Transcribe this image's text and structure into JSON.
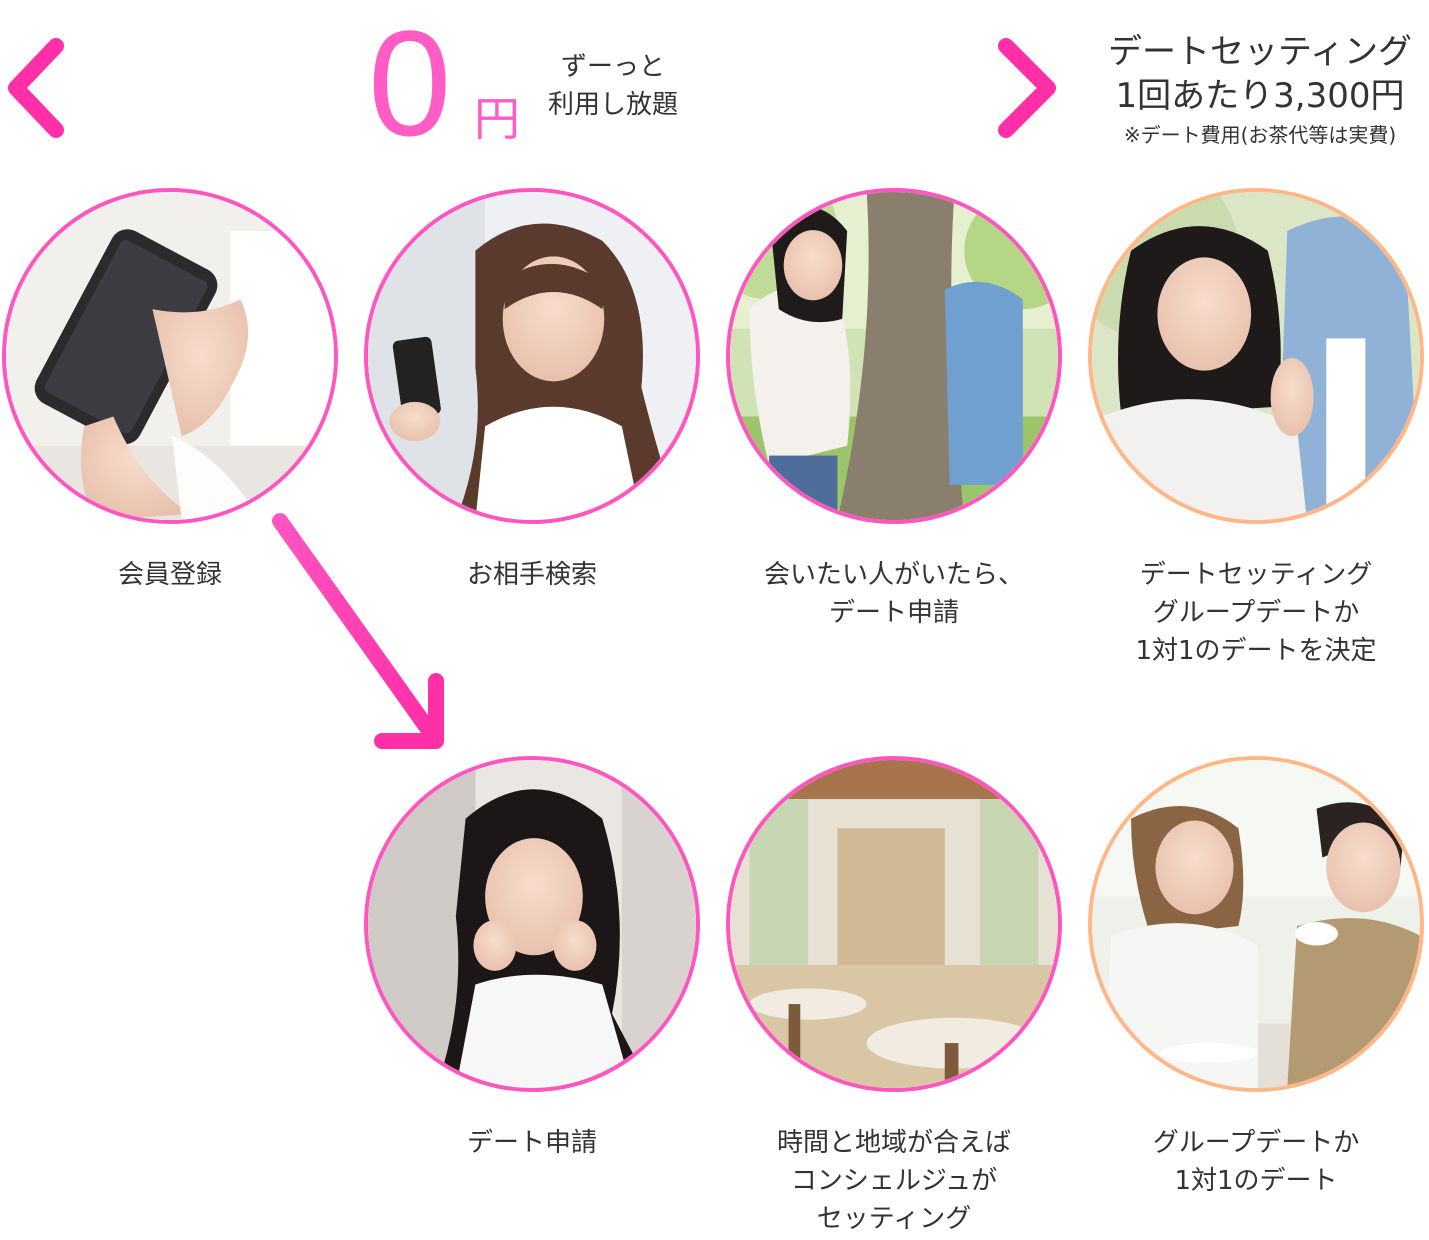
{
  "header": {
    "zero": "0",
    "yen": "円",
    "free_text": "ずーっと\n利用し放題",
    "price_text": "デートセッティング\n1回あたり3,300円",
    "price_note": "※デート費用(お茶代等は実費)"
  },
  "colors": {
    "accent_pink": "#ff55c0",
    "accent_orange": "#ffb788",
    "text": "#333333"
  },
  "steps_top": [
    {
      "label": "会員登録"
    },
    {
      "label": "お相手検索"
    },
    {
      "label": "会いたい人がいたら、\nデート申請"
    },
    {
      "label": "デートセッティング\nグループデートか\n1対1のデートを決定"
    }
  ],
  "steps_bottom": [
    {
      "label": "デート申請"
    },
    {
      "label": "時間と地域が合えば\nコンシェルジュが\nセッティング"
    },
    {
      "label": "グループデートか\n1対1のデート"
    }
  ]
}
